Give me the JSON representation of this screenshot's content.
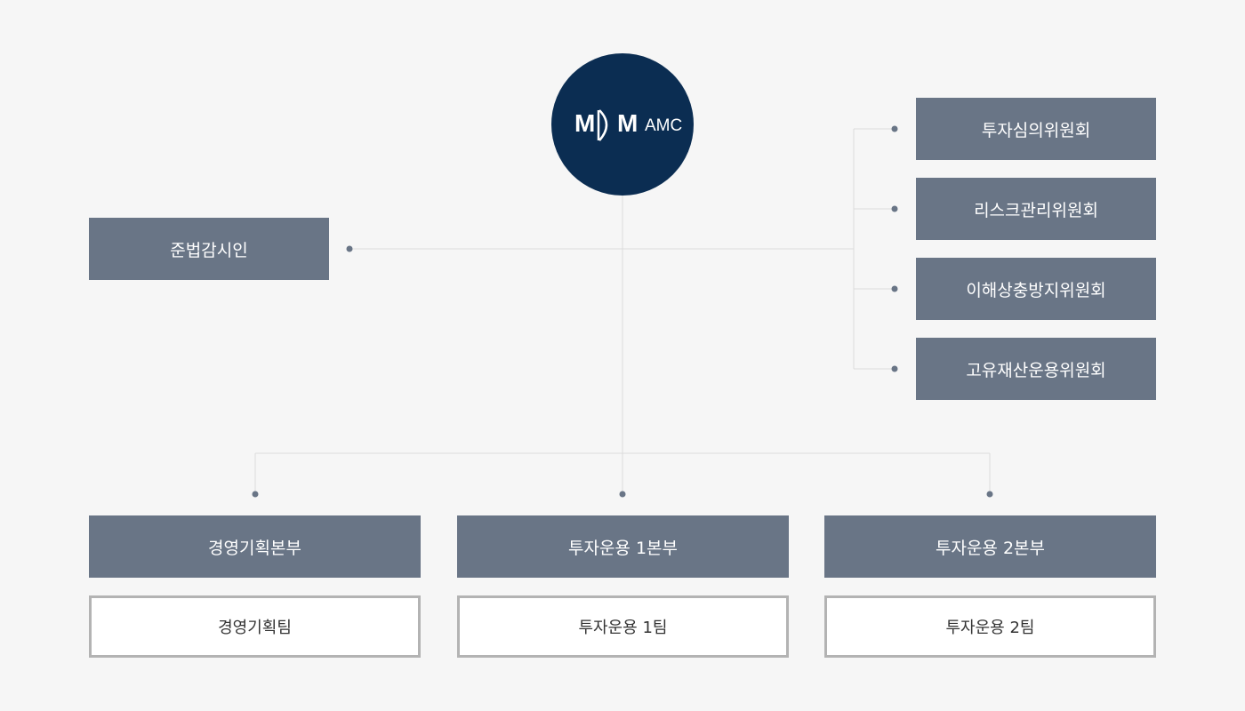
{
  "org_chart": {
    "logo": {
      "mark": "M",
      "mark2": "M",
      "suffix": "AMC"
    },
    "compliance": {
      "label": "준법감시인"
    },
    "committees": [
      {
        "label": "투자심의위원회"
      },
      {
        "label": "리스크관리위원회"
      },
      {
        "label": "이해상충방지위원회"
      },
      {
        "label": "고유재산운용위원회"
      }
    ],
    "divisions": [
      {
        "label": "경영기획본부",
        "team": "경영기획팀"
      },
      {
        "label": "투자운용 1본부",
        "team": "투자운용 1팀"
      },
      {
        "label": "투자운용 2본부",
        "team": "투자운용 2팀"
      }
    ],
    "colors": {
      "logo_bg": "#0b2d52",
      "box_fill": "#697586",
      "team_border": "#b3b3b3",
      "connector": "#dcdcdc",
      "dot": "#697586"
    }
  }
}
